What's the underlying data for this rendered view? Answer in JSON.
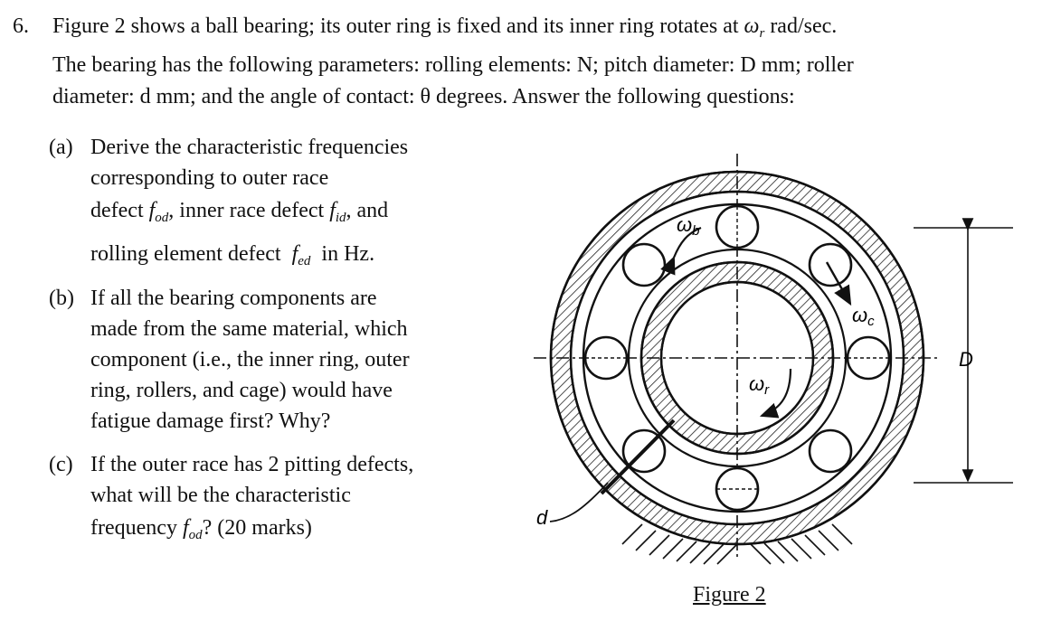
{
  "question": {
    "number": "6.",
    "line1_a": "Figure 2 shows a ball bearing; its outer ring is fixed and its inner ring rotates at",
    "line1_sym": "ω",
    "line1_sub": "r",
    "line1_b": "rad/sec.",
    "line2": "The bearing has the following parameters: rolling elements: N; pitch diameter: D mm; roller",
    "line3": "diameter: d mm; and the angle of contact: θ degrees. Answer the following questions:"
  },
  "parts": {
    "a": {
      "label": "(a)",
      "l1": "Derive the characteristic frequencies",
      "l2": "corresponding to outer race",
      "l3_a": "defect",
      "l3_f1": "f",
      "l3_s1": "od",
      "l3_b": ", inner race defect",
      "l3_f2": "f",
      "l3_s2": "id",
      "l3_c": ", and",
      "l4_a": "rolling element defect",
      "l4_f": "f",
      "l4_s": "ed",
      "l4_b": "in Hz."
    },
    "b": {
      "label": "(b)",
      "l1": "If all the bearing components are",
      "l2": "made from the same material, which",
      "l3": "component (i.e., the inner ring, outer",
      "l4": "ring, rollers, and cage) would have",
      "l5": "fatigue damage first? Why?"
    },
    "c": {
      "label": "(c)",
      "l1": "If the outer race has 2 pitting defects,",
      "l2": "what will be the characteristic",
      "l3_a": "frequency",
      "l3_f": "f",
      "l3_s": "od",
      "l3_b": "?  (20 marks)"
    }
  },
  "figure": {
    "caption": "Figure 2",
    "label_wb": "ω",
    "label_wb_sub": "b",
    "label_wc": "ω",
    "label_wc_sub": "c",
    "label_wr": "ω",
    "label_wr_sub": "r",
    "label_D": "D",
    "label_d": "d"
  }
}
